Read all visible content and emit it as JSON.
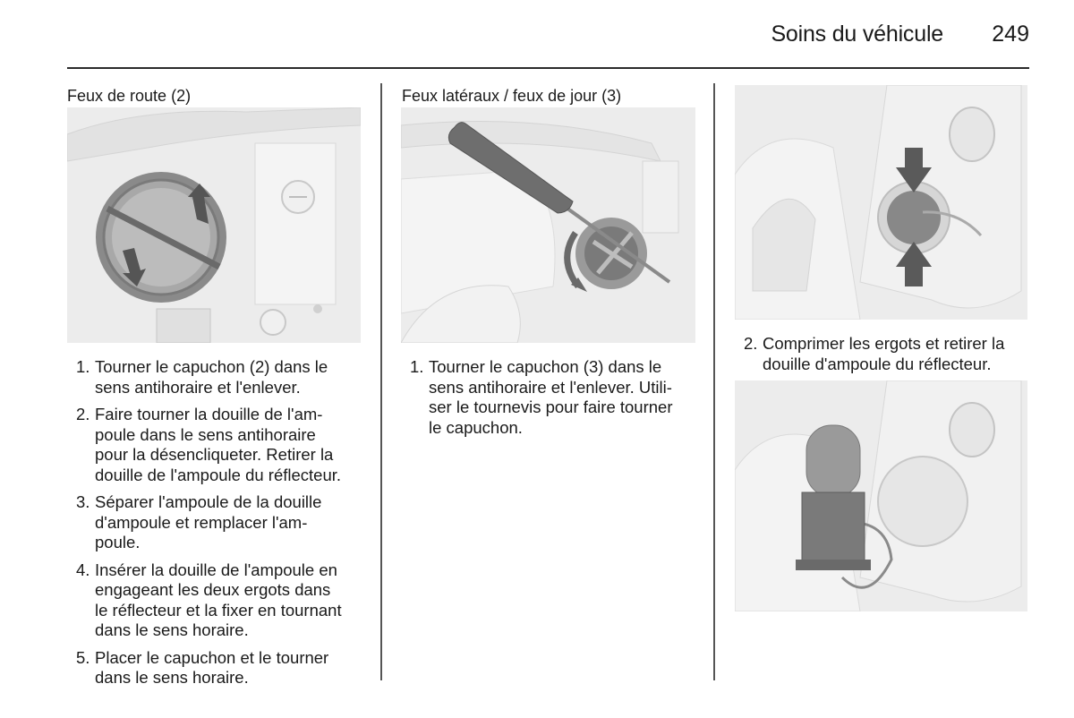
{
  "header": {
    "title": "Soins du véhicule",
    "page_number": "249"
  },
  "columns": [
    {
      "heading": "Feux de route (2)",
      "figure": {
        "icon": "headlight-cap-rotate-illustration",
        "description": "Round cap with counter-clockwise rotation arrows"
      },
      "steps": [
        {
          "num": "1.",
          "lines": [
            "Tourner le capuchon (2) dans le",
            "sens antihoraire et l'enlever."
          ]
        },
        {
          "num": "2.",
          "lines": [
            "Faire tourner la douille de l'am-",
            "poule dans le sens antihoraire",
            "pour la désencliqueter. Retirer la",
            "douille de l'ampoule du réflecteur."
          ]
        },
        {
          "num": "3.",
          "lines": [
            "Séparer l'ampoule de la douille",
            "d'ampoule et remplacer l'am-",
            "poule."
          ]
        },
        {
          "num": "4.",
          "lines": [
            "Insérer la douille de l'ampoule en",
            "engageant les deux ergots dans",
            "le réflecteur et la fixer en tournant",
            "dans le sens horaire."
          ]
        },
        {
          "num": "5.",
          "lines": [
            "Placer le capuchon et le tourner",
            "dans le sens horaire."
          ]
        }
      ]
    },
    {
      "heading": "Feux latéraux / feux de jour (3)",
      "figure": {
        "icon": "screwdriver-cap-illustration",
        "description": "Screwdriver turning cap counter-clockwise"
      },
      "steps": [
        {
          "num": "1.",
          "lines": [
            "Tourner le capuchon (3) dans le",
            "sens antihoraire et l'enlever. Utili-",
            "ser le tournevis pour faire tourner",
            "le capuchon."
          ]
        }
      ]
    },
    {
      "figure_top": {
        "icon": "bulb-socket-compress-illustration",
        "description": "Socket with two arrows pressing tabs"
      },
      "steps": [
        {
          "num": "2.",
          "lines": [
            "Comprimer les ergots et retirer la",
            "douille d'ampoule du réflecteur."
          ]
        }
      ],
      "figure_bottom": {
        "icon": "bulb-socket-removed-illustration",
        "description": "Bulb socket removed from reflector"
      }
    }
  ],
  "colors": {
    "text": "#1a1a1a",
    "rule": "#2a2a2a",
    "figure_bg": "#ececec",
    "figure_dark": "#6e6e6e",
    "arrow": "#555555"
  }
}
